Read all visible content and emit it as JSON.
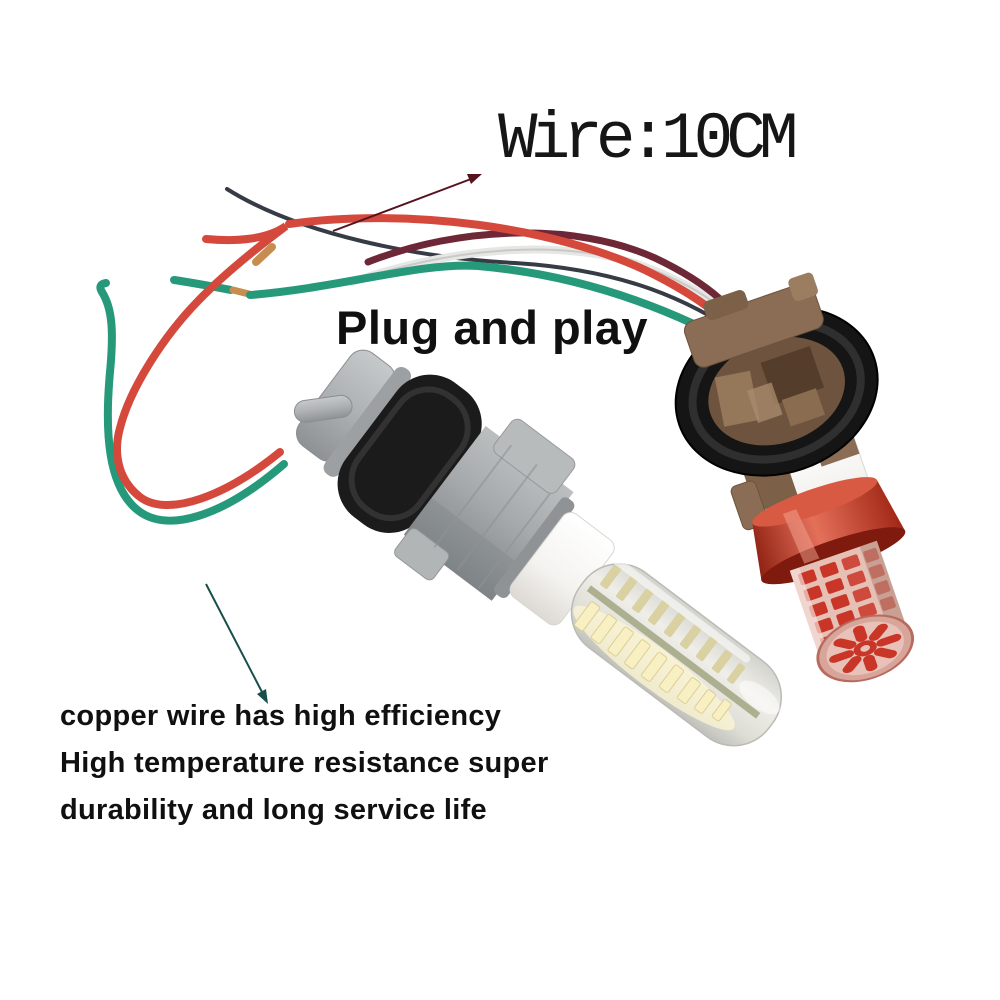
{
  "page": {
    "background": "#ffffff"
  },
  "annotations": {
    "wire_length": {
      "label": "Wire:10CM",
      "arrow_color": "#56131f"
    },
    "plug_and_play": {
      "label": "Plug and play"
    },
    "copper_features": {
      "lines": [
        "copper wire has high efficiency",
        "High temperature resistance super",
        "durability and long service life"
      ],
      "arrow_color": "#17504a"
    }
  },
  "product": {
    "left_assembly": {
      "name": "gray bulb socket with clear warm-white SMD LED bulb",
      "socket_color": "#a9acae",
      "gasket_color": "#1b1b1b",
      "ceramic_color": "#f3f2ef",
      "led_strip_color": "#f6eec4"
    },
    "right_assembly": {
      "name": "brown bulb socket with red SMD LED bulb and red heatsink ring",
      "socket_color": "#8a6d54",
      "gasket_color": "#151515",
      "ceramic_color": "#f3f2ef",
      "heatsink_color": "#c23524",
      "led_chip_color": "#c93527"
    },
    "wires": [
      {
        "name": "red",
        "color": "#d5493d"
      },
      {
        "name": "green",
        "color": "#27997b"
      },
      {
        "name": "maroon",
        "color": "#6d2736"
      },
      {
        "name": "white",
        "color": "#e6e6e4"
      },
      {
        "name": "black",
        "color": "#363b45"
      }
    ],
    "splice_color": "#c78d4e"
  }
}
